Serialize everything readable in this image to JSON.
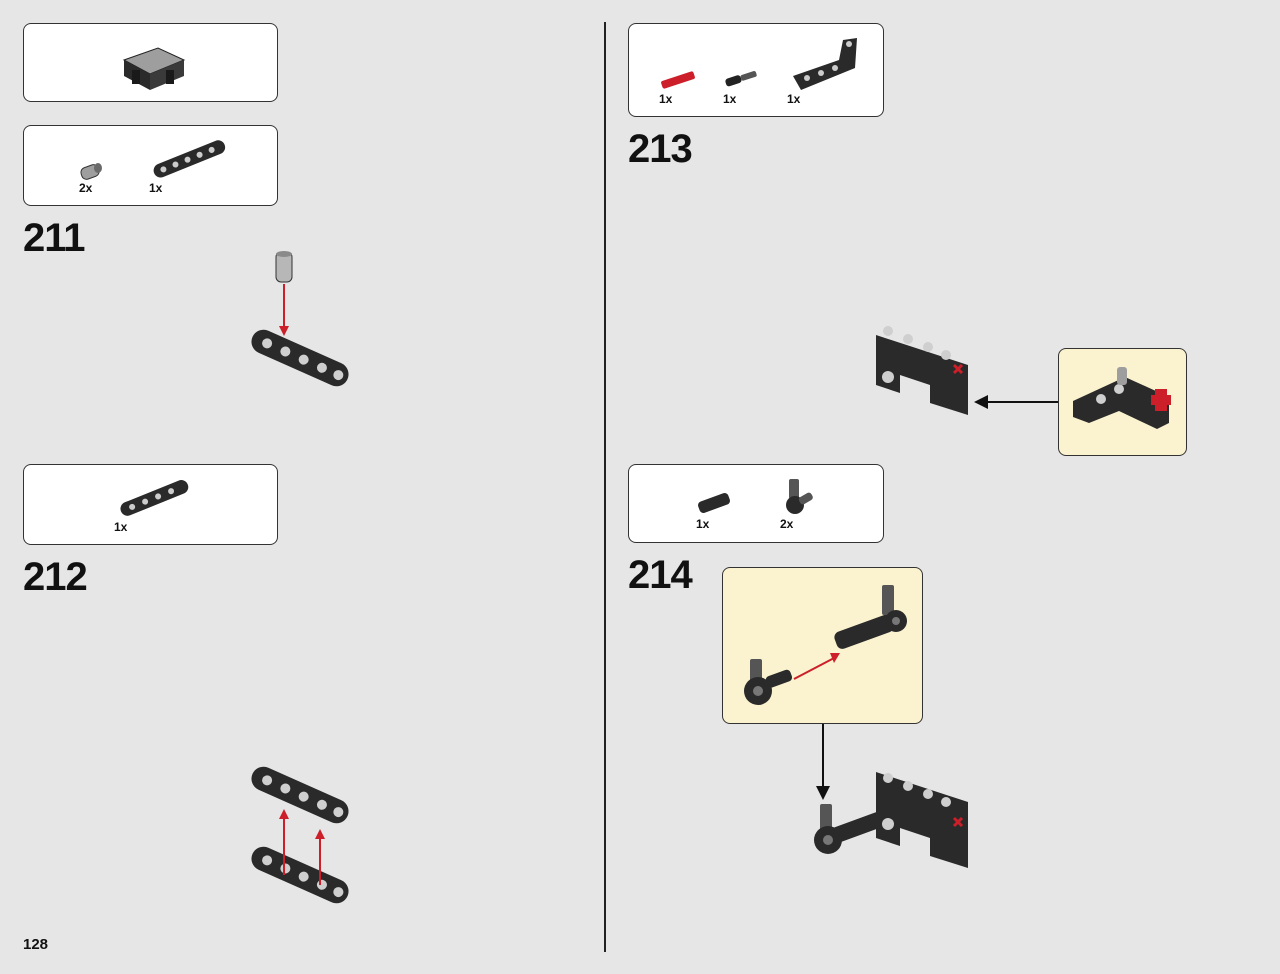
{
  "page_number": "128",
  "colors": {
    "background": "#e6e6e6",
    "part_dark": "#2a2a2a",
    "part_light": "#bdbdbd",
    "accent_red": "#cc1f2a",
    "callout_bg": "#fbf3cf"
  },
  "left": {
    "submodel_preview": {
      "icon": "assembled-submodel-preview-icon"
    },
    "steps": [
      {
        "number": "211",
        "parts": [
          {
            "qty": "2x",
            "icon": "axle-pin-grey-icon"
          },
          {
            "qty": "1x",
            "icon": "liftarm-7-dark-icon"
          }
        ]
      },
      {
        "number": "212",
        "parts": [
          {
            "qty": "1x",
            "icon": "liftarm-5-dark-icon"
          }
        ]
      }
    ]
  },
  "right": {
    "steps": [
      {
        "number": "213",
        "parts": [
          {
            "qty": "1x",
            "icon": "axle-red-icon"
          },
          {
            "qty": "1x",
            "icon": "axle-pin-black-icon"
          },
          {
            "qty": "1x",
            "icon": "l-liftarm-dark-icon"
          }
        ]
      },
      {
        "number": "214",
        "parts": [
          {
            "qty": "1x",
            "icon": "axle-connector-dark-icon"
          },
          {
            "qty": "2x",
            "icon": "angle-connector-dark-icon"
          }
        ]
      }
    ]
  }
}
